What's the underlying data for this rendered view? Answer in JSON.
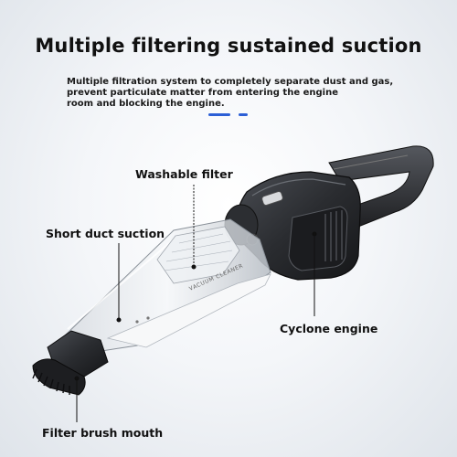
{
  "header": {
    "title": "Multiple filtering sustained suction",
    "description_lines": [
      "Multiple filtration system to completely separate dust and gas,",
      "prevent particulate matter from entering the engine",
      "room and blocking the engine."
    ]
  },
  "callouts": {
    "washable_filter": "Washable filter",
    "short_duct_suction": "Short duct suction",
    "cyclone_engine": "Cyclone engine",
    "filter_brush_mouth": "Filter brush mouth"
  },
  "product_print": "VACUUM CLEANER",
  "colors": {
    "accent": "#2c5fd6",
    "body_dark": "#2a2c30",
    "text": "#111111"
  }
}
